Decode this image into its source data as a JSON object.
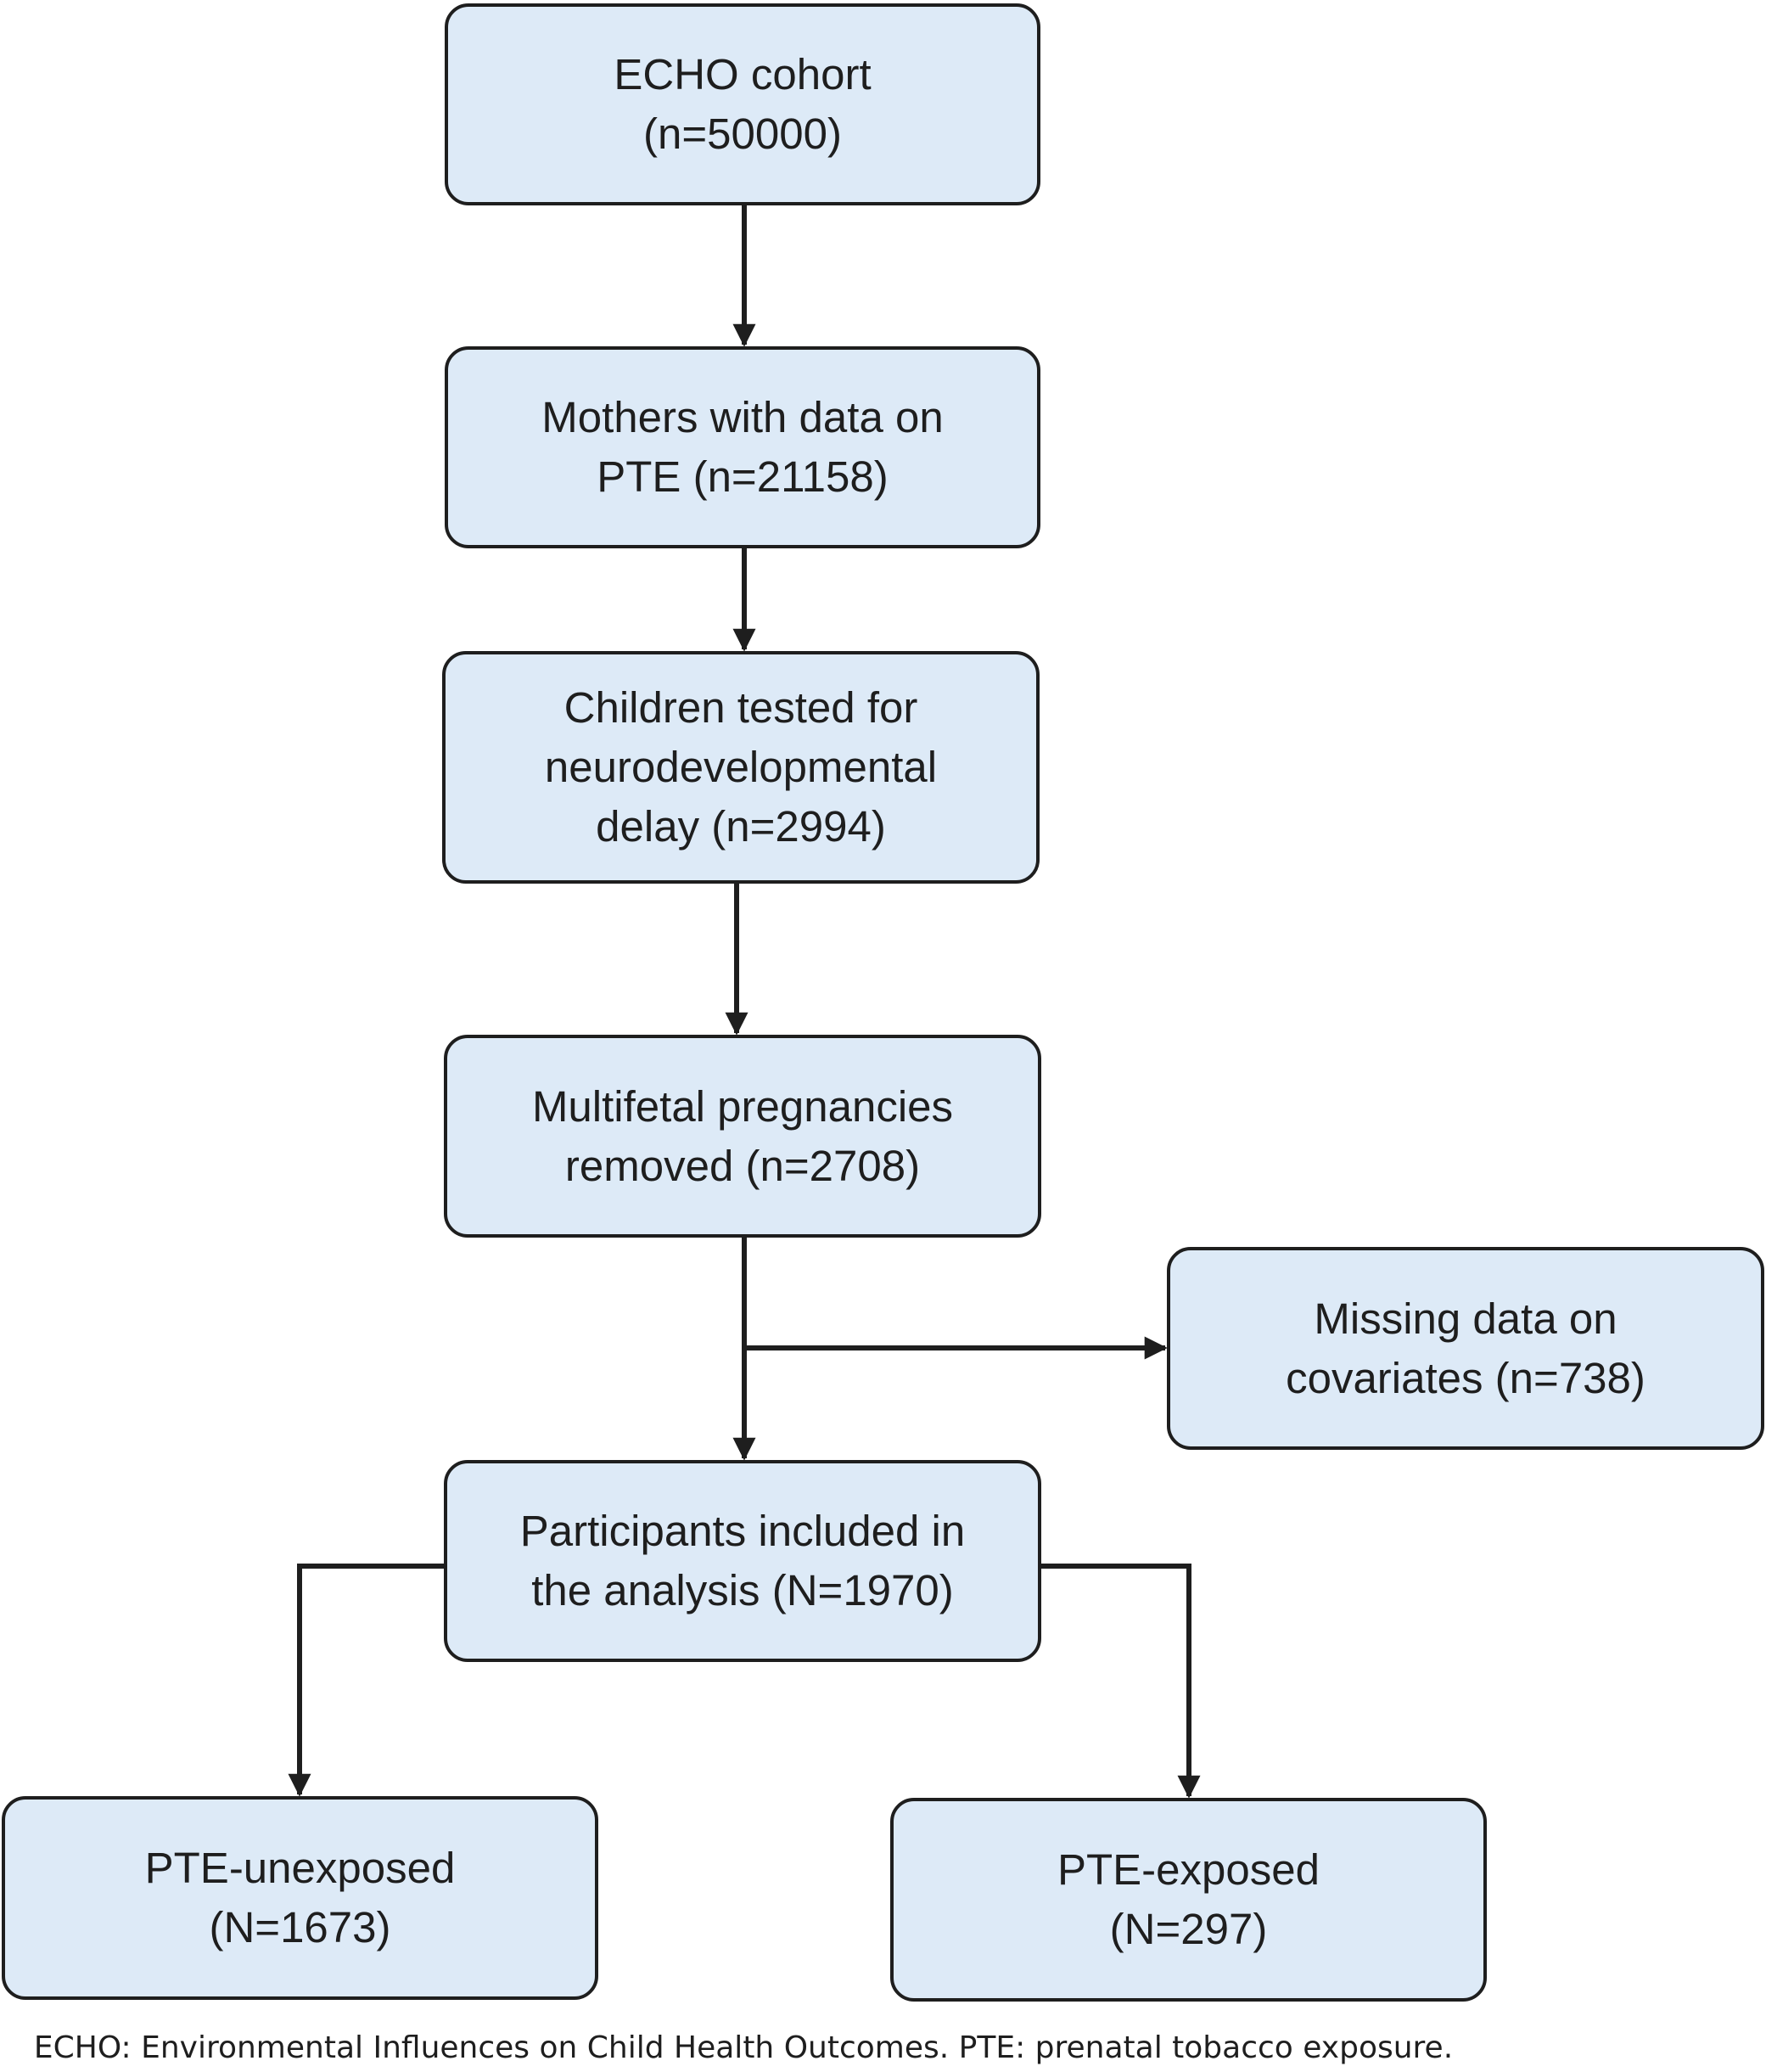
{
  "diagram": {
    "nodes": [
      {
        "id": "echo",
        "lines": [
          "ECHO cohort",
          "(n=50000)"
        ]
      },
      {
        "id": "mothers",
        "lines": [
          "Mothers with data on",
          "PTE (n=21158)"
        ]
      },
      {
        "id": "children",
        "lines": [
          "Children tested for",
          "neurodevelopmental",
          "delay (n=2994)"
        ]
      },
      {
        "id": "multifetal",
        "lines": [
          "Multifetal pregnancies",
          "removed (n=2708)"
        ]
      },
      {
        "id": "missing",
        "lines": [
          "Missing data on",
          "covariates (n=738)"
        ]
      },
      {
        "id": "participants",
        "lines": [
          "Participants included in",
          "the analysis (N=1970)"
        ]
      },
      {
        "id": "unexposed",
        "lines": [
          "PTE-unexposed",
          "(N=1673)"
        ]
      },
      {
        "id": "exposed",
        "lines": [
          "PTE-exposed",
          "(N=297)"
        ]
      }
    ],
    "edges": [
      {
        "from": "echo",
        "to": "mothers"
      },
      {
        "from": "mothers",
        "to": "children"
      },
      {
        "from": "children",
        "to": "multifetal"
      },
      {
        "from": "multifetal",
        "to": "participants"
      },
      {
        "from": "multifetal",
        "to": "missing"
      },
      {
        "from": "participants",
        "to": "unexposed"
      },
      {
        "from": "participants",
        "to": "exposed"
      }
    ],
    "colors": {
      "box_fill": "#ddeaf7",
      "stroke": "#1e1e1e",
      "text": "#1e1e1e"
    }
  },
  "footnote": "ECHO: Environmental Influences on Child Health Outcomes. PTE: prenatal tobacco exposure."
}
